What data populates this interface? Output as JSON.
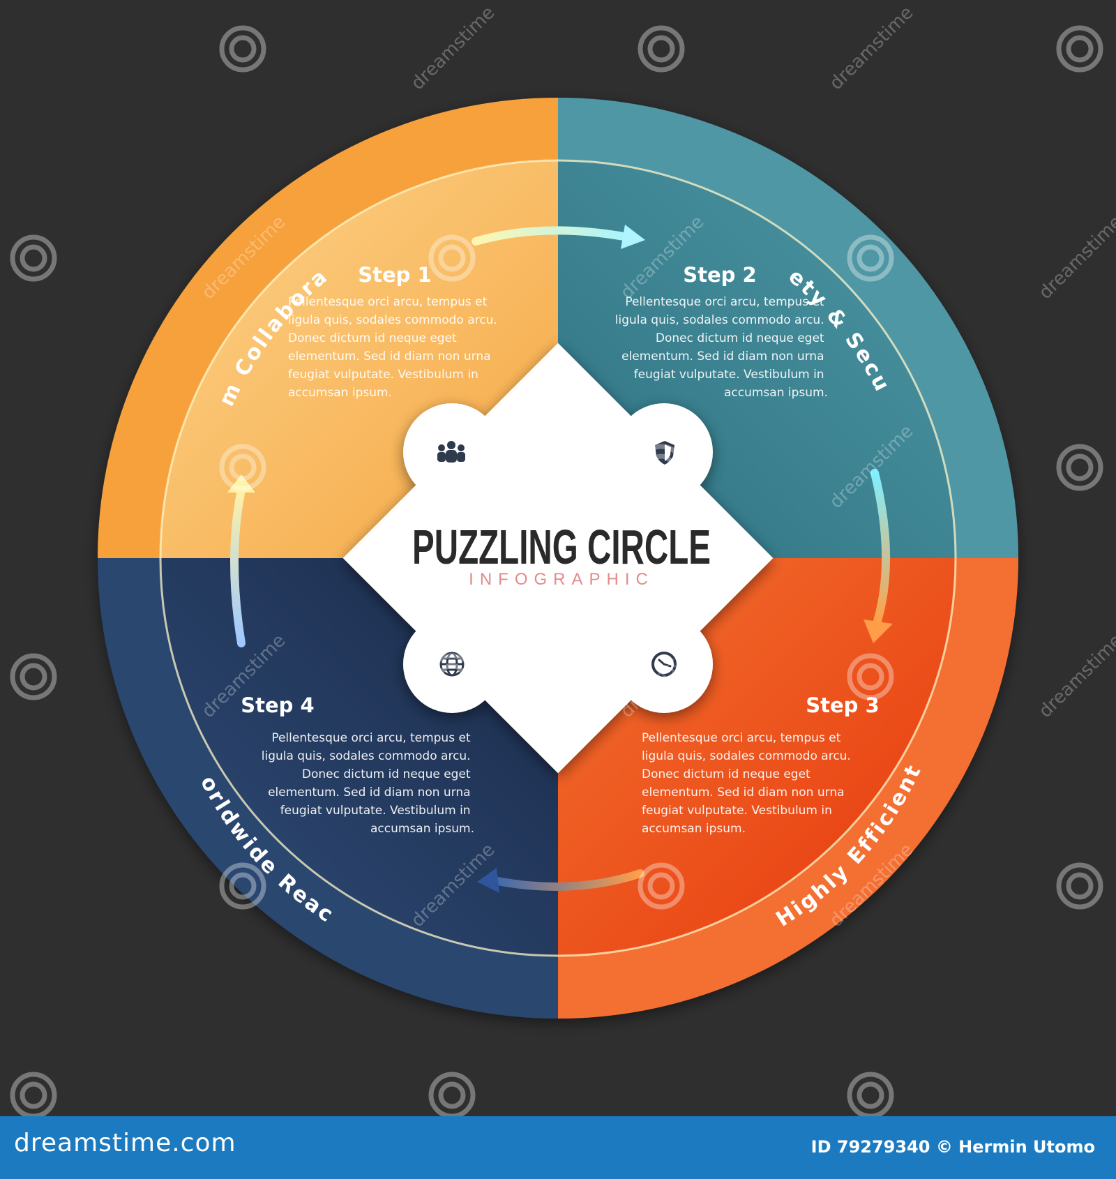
{
  "center": {
    "title": "PUZZLING CIRCLE",
    "subtitle": "INFOGRAPHIC"
  },
  "steps": [
    {
      "title": "Step 1",
      "ring_label": "Team Collaboration",
      "text_lines": [
        "Pellentesque orci arcu, tempus et",
        "ligula quis, sodales commodo arcu.",
        "Donec dictum id neque eget",
        "elementum. Sed id diam non urna",
        "feugiat vulputate. Vestibulum in",
        "accumsan ipsum."
      ],
      "icon": "team-icon",
      "color": "#f7a13c"
    },
    {
      "title": "Step 2",
      "ring_label": "Safety & Security",
      "text_lines": [
        "Pellentesque orci arcu, tempus et",
        "ligula quis, sodales commodo arcu.",
        "Donec dictum id neque eget",
        "elementum. Sed id diam non urna",
        "feugiat vulputate. Vestibulum in",
        "accumsan ipsum."
      ],
      "icon": "shield-icon",
      "color": "#4f97a5"
    },
    {
      "title": "Step 3",
      "ring_label": "Highly Efficient",
      "text_lines": [
        "Pellentesque orci arcu, tempus et",
        "ligula quis, sodales commodo arcu.",
        "Donec dictum id neque eget",
        "elementum. Sed id diam non urna",
        "feugiat vulputate. Vestibulum in",
        "accumsan ipsum."
      ],
      "icon": "clock-icon",
      "color": "#f36f33"
    },
    {
      "title": "Step 4",
      "ring_label": "Worldwide Reach",
      "text_lines": [
        "Pellentesque orci arcu, tempus et",
        "ligula quis, sodales commodo arcu.",
        "Donec dictum id neque eget",
        "elementum. Sed id diam non urna",
        "feugiat vulputate. Vestibulum in",
        "accumsan ipsum."
      ],
      "icon": "globe-icon",
      "color": "#2c4770"
    }
  ],
  "colors": {
    "background": "#2f2f30",
    "orange_light": "#f7a13c",
    "teal": "#4f97a5",
    "red_orange": "#f36f33",
    "navy": "#2c4770",
    "center_title": "#2a2a2a",
    "center_subtitle": "#e48a8a",
    "footer": "#1c7bc0"
  },
  "watermark": {
    "text": "dreamstime",
    "site": "dreamstime.com",
    "credit": "ID 79279340 © Hermin Utomo"
  }
}
